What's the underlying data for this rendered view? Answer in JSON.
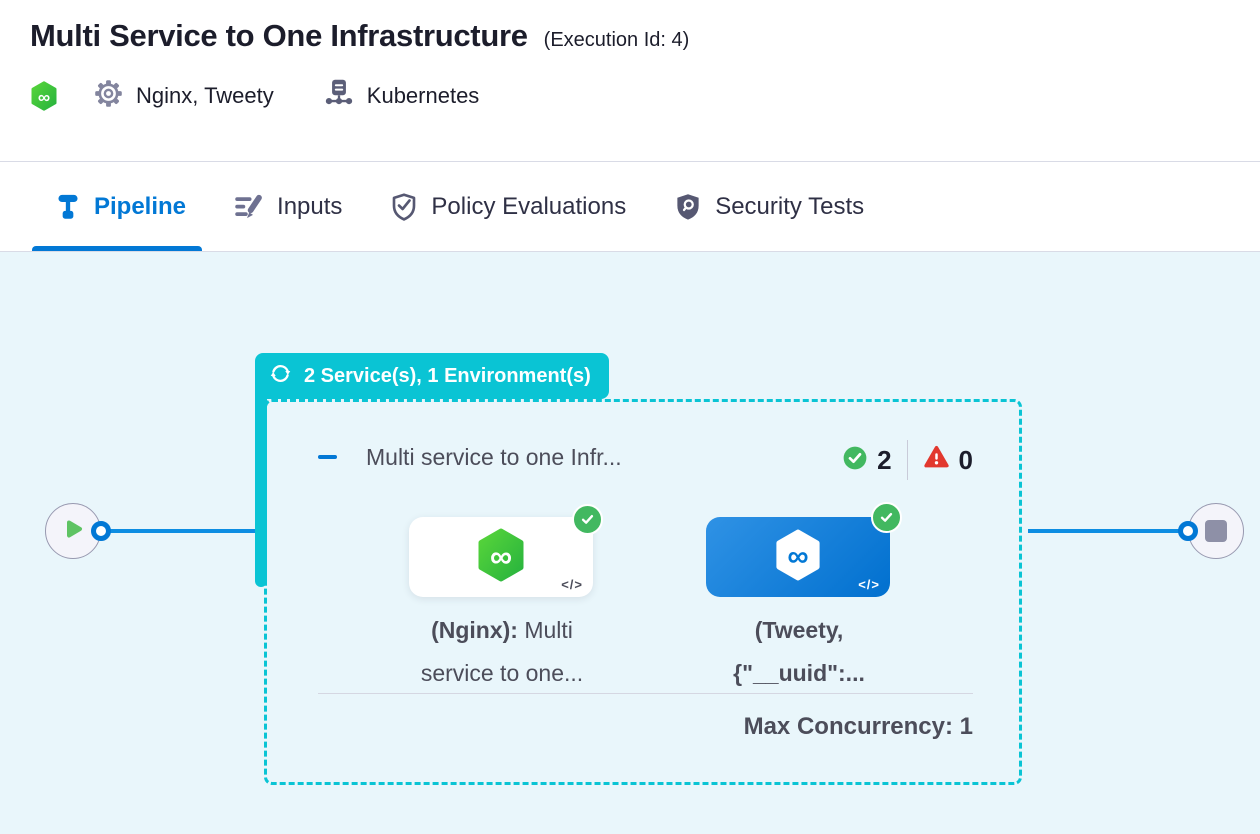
{
  "header": {
    "title": "Multi Service to One Infrastructure",
    "execution_id": "(Execution Id: 4)",
    "services_label": "Nginx, Tweety",
    "environment_label": "Kubernetes"
  },
  "tabs": [
    {
      "label": "Pipeline",
      "icon": "pipeline",
      "active": true
    },
    {
      "label": "Inputs",
      "icon": "edit-lines",
      "active": false
    },
    {
      "label": "Policy Evaluations",
      "icon": "shield-check",
      "active": false
    },
    {
      "label": "Security Tests",
      "icon": "shield-scan",
      "active": false
    }
  ],
  "pipeline": {
    "stage_badge": "2 Service(s), 1 Environment(s)",
    "stage_title": "Multi service to one Infr...",
    "success_count": "2",
    "failed_count": "0",
    "code_icon": "</>",
    "services": [
      {
        "line1_bold": "(Nginx):",
        "line1_rest": " Multi",
        "line2": "service to one..."
      },
      {
        "line1_bold": "(Tweety,",
        "line2": "{\"__uuid\":..."
      }
    ],
    "max_concurrency": "Max Concurrency: 1"
  },
  "icons": {
    "harness_logo": "hexagon-infinity",
    "settings": "gear",
    "infrastructure": "server-rack",
    "stage_badge": "loop-arrows",
    "success": "check-circle",
    "failure": "warning-triangle",
    "start": "play",
    "end": "stop"
  },
  "colors": {
    "accent_teal": "#0ac4d4",
    "primary_blue": "#0278d5",
    "success_green": "#42b860",
    "error_red": "#e2382e",
    "harness_green": "#42c93f",
    "canvas_bg": "#e9f6fb"
  }
}
